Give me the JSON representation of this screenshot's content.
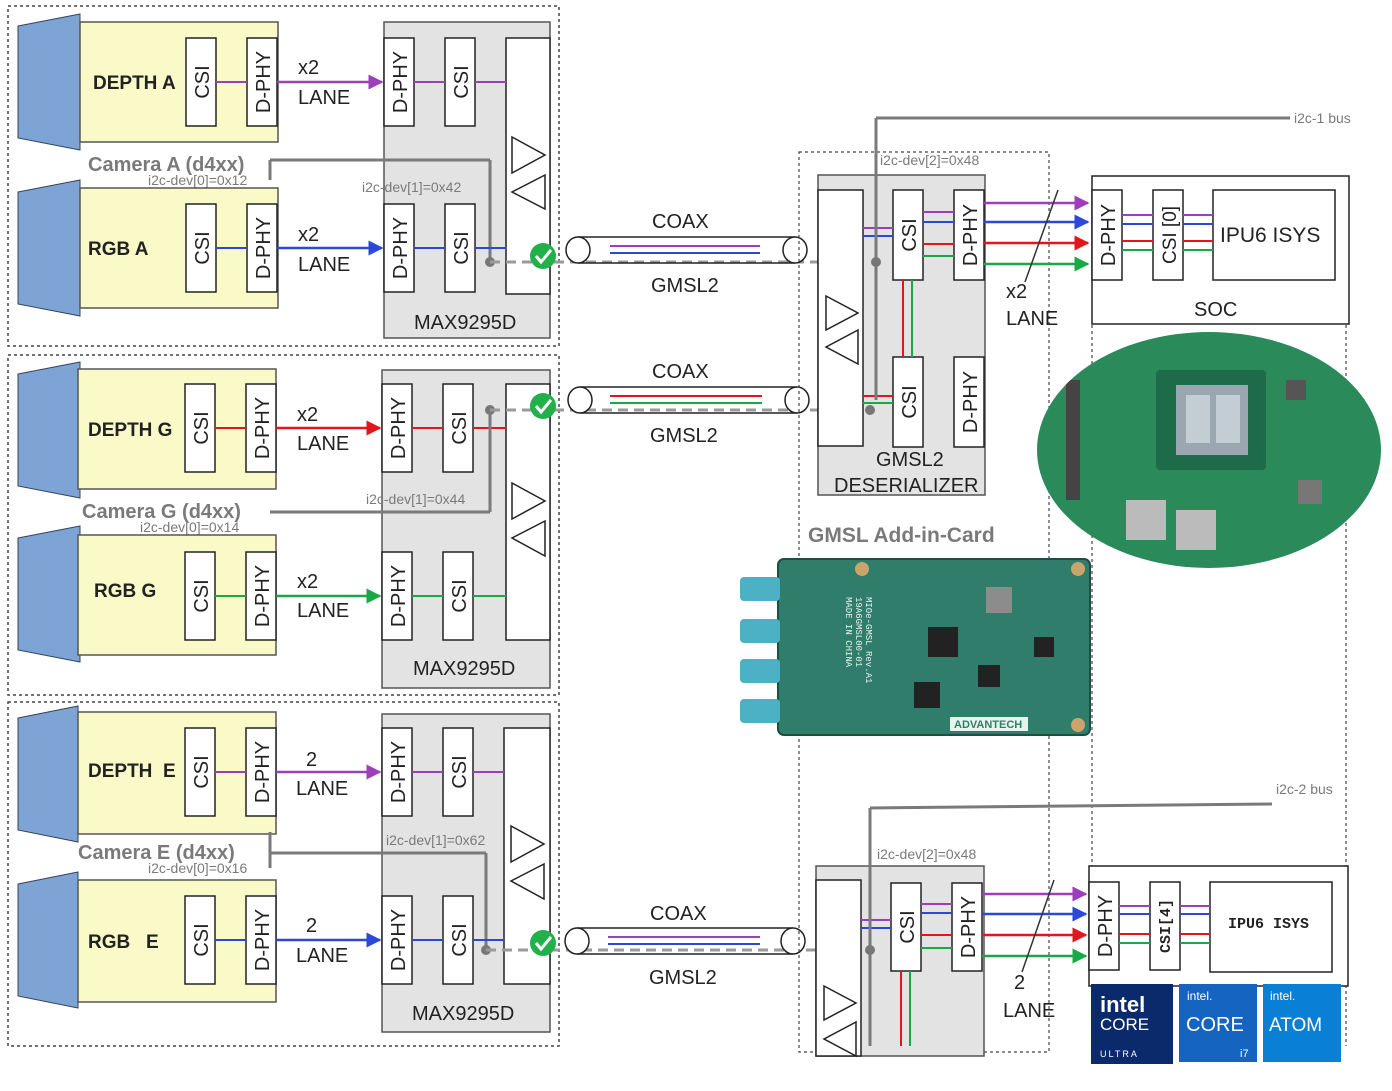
{
  "cameras": [
    {
      "group_label": "Camera A (d4xx)",
      "i2c_dev0": "i2c-dev[0]=0x12",
      "i2c_dev1": "i2c-dev[1]=0x42",
      "depth_label": "DEPTH A",
      "rgb_label": "RGB A",
      "lane_top": "x2",
      "lane_word": "LANE",
      "serializer": "MAX9295D"
    },
    {
      "group_label": "Camera G (d4xx)",
      "i2c_dev0": "i2c-dev[0]=0x14",
      "i2c_dev1": "i2c-dev[1]=0x44",
      "depth_label": "DEPTH G",
      "rgb_label": "RGB G",
      "lane_top": "x2",
      "lane_word": "LANE",
      "serializer": "MAX9295D"
    },
    {
      "group_label": "Camera E (d4xx)",
      "i2c_dev0": "i2c-dev[0]=0x16",
      "i2c_dev1": "i2c-dev[1]=0x62",
      "depth_label": "DEPTH  E",
      "rgb_label": "RGB   E",
      "lane_top": "2",
      "lane_word": "LANE",
      "serializer": "MAX9295D"
    }
  ],
  "blocks": {
    "csi": "CSI",
    "dphy": "D-PHY"
  },
  "links": {
    "coax": "COAX",
    "gmsl2": "GMSL2"
  },
  "deserializer": {
    "i2c_top": "i2c-dev[2]=0x48",
    "i2c_bottom": "i2c-dev[2]=0x48",
    "label_line1": "GMSL2",
    "label_line2": "DESERIALIZER"
  },
  "soc": {
    "csi_top": "CSI [0]",
    "csi_bottom": "CSI[4]",
    "ipu_top": "IPU6 ISYS",
    "ipu_bottom": "IPU6 ISYS",
    "label": "SOC",
    "lane_top_num": "x2",
    "lane_bottom_num": "2",
    "lane_word": "LANE"
  },
  "buses": {
    "bus1": "i2c-1 bus",
    "bus2": "i2c-2 bus"
  },
  "card": {
    "title": "GMSL Add-in-Card",
    "silk1": "MIOe-GMSL Rev.A1",
    "silk2": "19A6GMSL00-01",
    "silk3": "MADE IN CHINA",
    "brand": "ADVANTECH"
  },
  "logos": [
    {
      "brand": "intel",
      "product": "CORE",
      "tier": "ULTRA",
      "bg": "#0b2a6b"
    },
    {
      "brand": "intel.",
      "product": "CORE",
      "tier": "i7",
      "bg": "#1565c0"
    },
    {
      "brand": "intel.",
      "product": "ATOM",
      "tier": "",
      "bg": "#0a7fd6"
    }
  ],
  "colors": {
    "camera_bg": "#fafac8",
    "chip_bg": "#e3e3e3",
    "lens": "#7ea4d6",
    "purple": "#9c3fb8",
    "blue": "#2b49d6",
    "red": "#e0171c",
    "green": "#18a845",
    "check": "#22b04a"
  }
}
